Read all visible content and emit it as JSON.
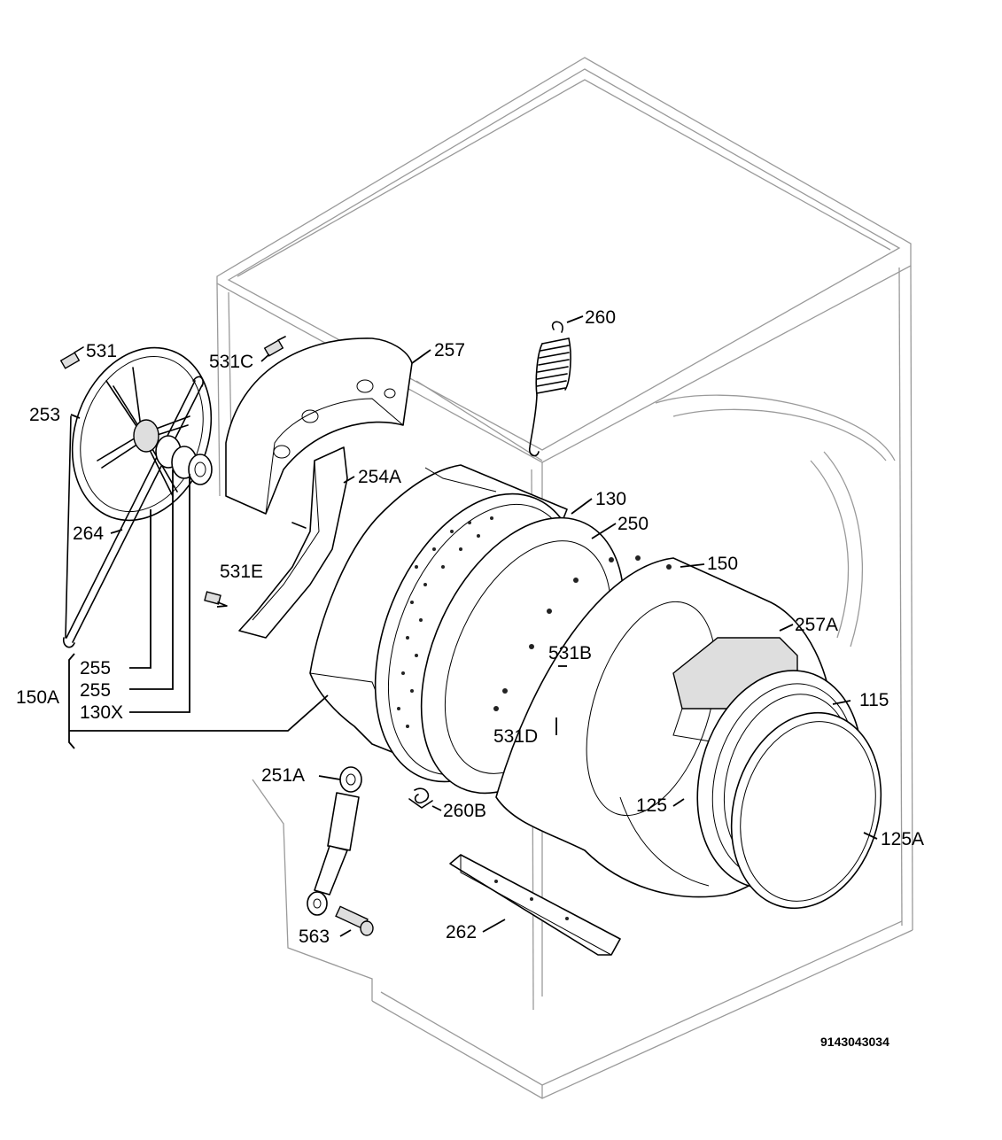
{
  "diagram": {
    "document_number": "9143043034",
    "labels": {
      "p531": "531",
      "p531c": "531C",
      "p257": "257",
      "p260": "260",
      "p253": "253",
      "p254a": "254A",
      "p264": "264",
      "p130": "130",
      "p250": "250",
      "p150": "150",
      "p531e": "531E",
      "p257a": "257A",
      "p531b": "531B",
      "p255a": "255",
      "p255b": "255",
      "p130x": "130X",
      "p150a": "150A",
      "p115": "115",
      "p531d": "531D",
      "p251a": "251A",
      "p125": "125",
      "p260b": "260B",
      "p125a": "125A",
      "p563": "563",
      "p262": "262"
    }
  }
}
